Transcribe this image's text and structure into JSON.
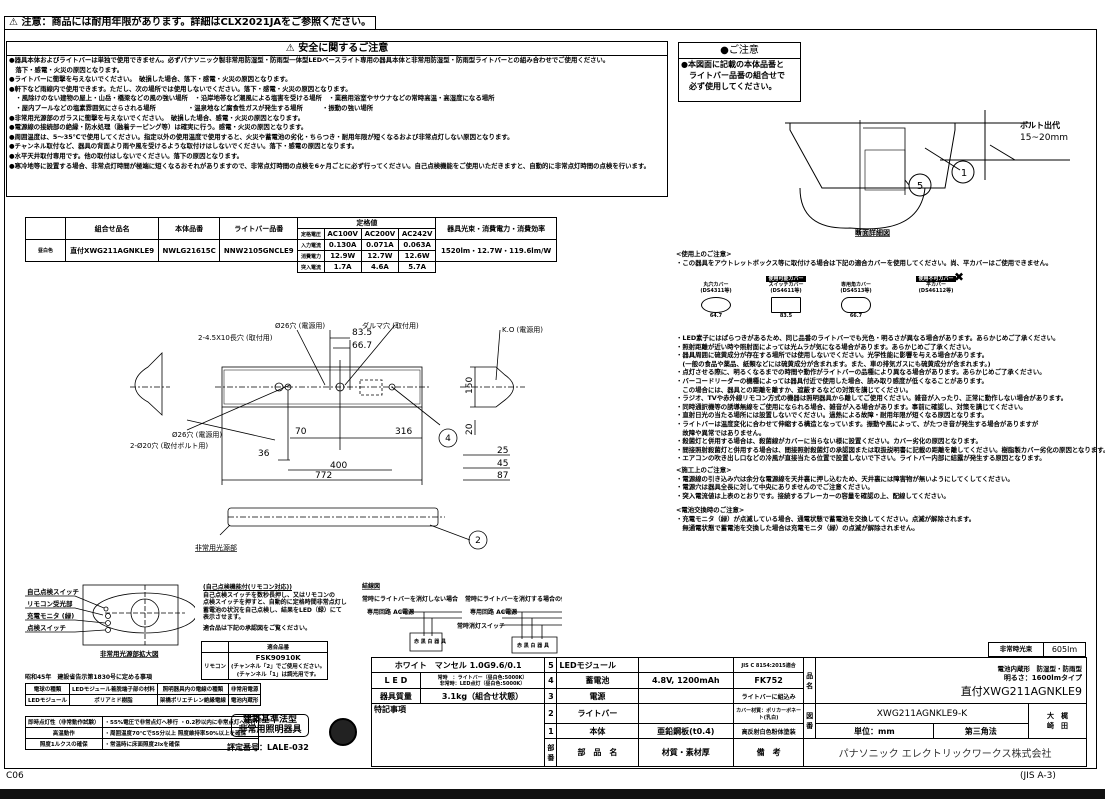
{
  "notice": "⚠ 注意：商品には耐用年限があります。詳細はCLX2021JAをご参照ください。",
  "safety": {
    "title": "⚠ 安全に関するご注意",
    "items": [
      "●器具本体およびライトバーは単独で使用できません。必ずパナソニック製非常用防湿型・防雨型一体型LEDベースライト専用の器具本体と非常用防湿型・防雨型ライトバーとの組み合わせでご使用ください。",
      "　落下・感電・火災の原因となります。",
      "●ライトバーに衝撃を与えないでください。　破損した場合、落下・感電・火災の原因となります。",
      "●軒下など雨線内で使用できます。ただし、次の場所では使用しないでください。落下・感電・火災の原因となります。",
      "　・風除けのない建物の屋上・山岳・橋梁などの風の強い場所　・沿岸地帯など潮風による塩害を受ける場所　・業務用浴室やサウナなどの常時高温・高湿度になる場所",
      "　・屋内プールなどの塩素雰囲気にさらされる場所　　　　　・温泉地など腐食性ガスが発生する場所　　　・振動の強い場所",
      "●非常用光源部のガラスに衝撃を与えないでください。　破損した場合、感電・火災の原因となります。",
      "●電源線の接続部の絶縁・防水処理（融着テーピング等）は確実に行う。感電・火災の原因となります。",
      "●周囲温度は、5～35℃で使用してください。指定以外の使用温度で使用すると、火災や蓄電池の劣化・ちらつき・耐用年限が短くなるおよび非常点灯しない原因となります。",
      "●チャンネル取付など、器具の背面より雨や風を受けるような取付けはしないでください。落下・感電の原因となります。",
      "●水平天井取付専用です。他の取付はしないでください。落下の原因となります。",
      "●寒冷地等に設置する場合、非常点灯時間が極端に短くなるおそれがありますので、非常点灯時間の点検を6ヶ月ごとに必ず行ってください。自己点検機能をご使用いただきますと、自動的に非常点灯時間の点検を行います。"
    ]
  },
  "spec_table": {
    "h_combo": "組合せ品名",
    "h_body": "本体品番",
    "h_bar": "ライトバー品番",
    "h_rating": "定格値",
    "h_flux": "器具光束・消費電力・消費効率",
    "voltages": [
      "AC100V",
      "AC200V",
      "AC242V"
    ],
    "row_labels": [
      "定格電圧",
      "入力電流",
      "消費電力",
      "突入電流"
    ],
    "type": "昼白色",
    "combo": "直付XWG211AGNKLE9",
    "body": "NWLG21615C",
    "bar": "NNW2105GNCLE9",
    "current": [
      "0.130A",
      "0.071A",
      "0.063A"
    ],
    "power": [
      "12.9W",
      "12.7W",
      "12.6W"
    ],
    "inrush": [
      "1.7A",
      "4.6A",
      "5.7A"
    ],
    "flux": "1520lm・12.7W・119.6lm/W"
  },
  "caution": {
    "title": "●ご注意",
    "lines": [
      "●本図面に記載の本体品番と",
      "　ライトバー品番の組合せで",
      "　必ず使用してください。"
    ]
  },
  "section": {
    "bolt_label": "ボルト出代",
    "bolt_value": "15~20mm",
    "c1": "1",
    "c5": "5",
    "caption": "断面詳細図"
  },
  "usage": {
    "heading": "<使用上のご注意>",
    "lead": "・この器具をアウトレットボックス等に取付ける場合は下記の適合カバーを使用してください。尚、平カバーはご使用できません。",
    "covers": [
      {
        "name": "丸穴カバー",
        "code": "(DS4311等)",
        "tag": "",
        "dim": "64.7"
      },
      {
        "name": "スイッチカバー",
        "code": "(DS4611等)",
        "tag": "使用可能カバー",
        "dim": "83.5"
      },
      {
        "name": "専用角カバー",
        "code": "(DS4513等)",
        "tag": "",
        "dim": "66.7"
      },
      {
        "name": "平カバー",
        "code": "(DS46112等)",
        "tag": "使用不可カバー",
        "dim": ""
      }
    ],
    "lines": [
      "・LED素子にはばらつきがあるため、同じ品番のライトバーでも光色・明るさが異なる場合があります。あらかじめご了承ください。",
      "・照射距離が近い時や照射面によっては光ムラが気になる場合があります。あらかじめご了承ください。",
      "・器具周囲に硫黄成分が存在する場所では使用しないでください。光学性能に影響を与える場合があります。",
      "　(一般の食品や薬品、紙類などには硫黄成分が含まれます。また、車の排気ガスにも硫黄成分が含まれます。)",
      "・点灯させる際に、明るくなるまでの時間や動作がライトバーの品種により異なる場合があります。あらかじめご了承ください。",
      "・バーコードリーダーの機種によっては器具付近で使用した場合、読み取り感度が低くなることがあります。",
      "　この場合には、器具との距離を離すか、遮蔽するなどの対策を講じてください。",
      "・ラジオ、TVや赤外線リモコン方式の機器は照明器具から離してご使用ください。雑音が入ったり、正常に動作しない場合があります。",
      "・同時通訳機等の誘導無線をご使用になられる場合、雑音が入る場合があります。事前に確認し、対策を講じてください。",
      "・直射日光の当たる場所には設置しないでください。過熱による故障・耐用年限が短くなる原因となります。",
      "・ライトバーは温度変化に合わせて伸縮する構造となっています。振動や風によって、がたつき音が発生する場合がありますが",
      "　故障や異常ではありません。",
      "・殺菌灯と併用する場合は、殺菌線がカバーに当らない様に設置ください。カバー劣化の原因となります。",
      "・間接照射殺菌灯と併用する場合は、間接照射殺菌灯の承認図または取扱説明書に記載の距離を離してください。樹脂製カバー劣化の原因となります。",
      "・エアコンの吹き出し口などの冷風が直接当たる位置で設置しないで下さい。ライトバー内部に結露が発生する原因となります。"
    ]
  },
  "construction": {
    "heading": "<施工上のご注意>",
    "lines": [
      "・電源線の引き込み穴は余分な電源線を天井裏に押し込むため、天井裏には障害物が無いようにしてくしてください。",
      "・電源穴は器具全長に対して中央にありませんのでご注意ください。",
      "・突入電流値は上表のとおりです。接続するブレーカーの容量を確認の上、配線してください。"
    ]
  },
  "battery": {
    "heading": "<電池交換時のご注意>",
    "lines": [
      "・充電モニタ（緑）が点滅している場合、通電状態で蓄電池を交換してください。点滅が解除されます。",
      "　無通電状態で蓄電池を交換した場合は充電モニタ（緑）の点滅が解除されません。"
    ]
  },
  "drawing": {
    "hole_power": "Ø26穴 (電源用)",
    "slot": "2-4.5X10長穴 (取付用)",
    "daruma": "ダルマ穴 (取付用)",
    "hole_power2": "Ø26穴 (電源用)",
    "bolt_holes": "2-Ø20穴 (取付ボルト用)",
    "d835": "83.5",
    "d667": "66.7",
    "d70": "70",
    "d316": "316",
    "d36": "36",
    "d400": "400",
    "d772": "772",
    "ko": "K.O (電源用)",
    "d150": "150",
    "d20": "20",
    "d25": "25",
    "d45": "45",
    "d87": "87",
    "c4": "4",
    "c2": "2",
    "emergency_light": "非常用光源部"
  },
  "panel": {
    "labels": [
      "自己点検スイッチ",
      "リモコン受光部",
      "充電モニタ (緑)",
      "点検スイッチ"
    ],
    "caption": "非常用光源部拡大図"
  },
  "selfcheck": {
    "title": "(自己点検機能付(リモコン対応))",
    "lines": [
      "自己点検スイッチを数秒長押し、又はリモコンの",
      "点検スイッチを押すと、自動的に定格時間非常点灯し",
      "蓄電池の状況を自己点検し、結果をLED（緑）にて",
      "表示させます。"
    ],
    "ref": "適合品は下記の承認図をご覧ください。",
    "th": "適合品番",
    "row_label": "リモコン",
    "model": "FSK90910K",
    "notes": [
      "(チャンネル「2」でご使用ください。",
      "(チャンネル「1」は調光用です。"
    ]
  },
  "wiring": {
    "title": "結線図",
    "case1": "常時にライトバーを消灯しない場合",
    "case2": "常時にライトバーを消灯する場合の例",
    "ac1": "専用回路 AC電源",
    "ac2": "専用回路 AC電源",
    "switch": "常時消灯スイッチ",
    "term": "赤 黒 白 器 具"
  },
  "law": {
    "title": "昭和45年　建設省告示第1830号に定める事項",
    "headers": [
      "電球の種類",
      "LEDモジュール着脱端子部の材料",
      "照明器具内の電線の種類",
      "非常用電源"
    ],
    "values": [
      "LEDモジュール",
      "ポリアミド樹脂",
      "架橋ポリエチレン絶縁電線",
      "電池内蔵形"
    ],
    "rows": [
      [
        "即時点灯性（非常動作試験）",
        "・55%電圧で非常点灯へ移行 ・0.2秒以内に非常点灯へ移行"
      ],
      [
        "高温動作",
        "・周囲温度70℃で55分以上 照度維持率50%以上を確保"
      ],
      [
        "照度1ルクスの確保",
        "・常温時に床面照度2lxを確保"
      ]
    ]
  },
  "cert": {
    "line1": "建築基準法型",
    "line2": "非常用照明器具",
    "number": "評定番号：LALE-032",
    "seal": "JIL"
  },
  "title_block": {
    "color": "ホワイト　マンセル 1.0G9.6/0.1",
    "led": "L E D",
    "led_note1": "常時　：ライトバー（昼白色:5000K）",
    "led_note2": "非常時：LED点灯（昼白色:5000K）",
    "mass_label": "器具質量",
    "mass": "3.1kg（組合せ状態）",
    "special": "特記事項",
    "parts": [
      {
        "no": "5",
        "name": "LEDモジュール",
        "mat": "",
        "note": "JIS C 8154:2015適合"
      },
      {
        "no": "4",
        "name": "蓄電池",
        "mat": "4.8V, 1200mAh",
        "note": "FK752"
      },
      {
        "no": "3",
        "name": "電源",
        "mat": "",
        "note": "ライトバーに組込み"
      },
      {
        "no": "2",
        "name": "ライトバー",
        "mat": "",
        "note": "カバー材質：ポリカーボネート(乳白)"
      },
      {
        "no": "1",
        "name": "本体",
        "mat": "亜鉛鋼板(t0.4)",
        "note": "高反射白色粉体塗装"
      }
    ],
    "h_no": "部番",
    "h_name": "部　品　名",
    "h_mat": "材質・素材厚",
    "h_note": "備　考",
    "flux_label": "非常時光束",
    "flux": "605lm",
    "pn_label": "品名",
    "pn1": "電池内蔵形　防湿型・防雨型",
    "pn2": "明るさ：1600lmタイプ",
    "pn3": "直付XWG211AGNKLE9",
    "dn_label": "図番",
    "dn": "XWG211AGNKLE9-K",
    "unit": "単位：mm",
    "angle": "第三角法",
    "sign": [
      "大",
      "崎",
      "梶",
      "田"
    ],
    "company": "パナソニック エレクトリックワークス株式会社"
  },
  "sheet_code": "C06",
  "paper": "(JIS A-3)"
}
